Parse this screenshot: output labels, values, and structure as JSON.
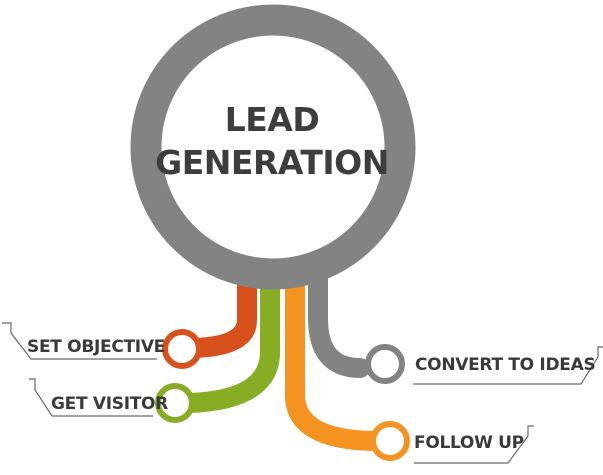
{
  "diagram": {
    "title_line1": "LEAD",
    "title_line2": "GENERATION",
    "hub_color": "#838383",
    "branches": [
      {
        "id": "set-objective",
        "label": "SET OBJECTIVE",
        "color": "#d8501b"
      },
      {
        "id": "get-visitor",
        "label": "GET VISITOR",
        "color": "#86ad24"
      },
      {
        "id": "follow-up",
        "label": "FOLLOW UP",
        "color": "#f4931f"
      },
      {
        "id": "convert-to-ideas",
        "label": "CONVERT TO IDEAS",
        "color": "#838383"
      }
    ]
  }
}
